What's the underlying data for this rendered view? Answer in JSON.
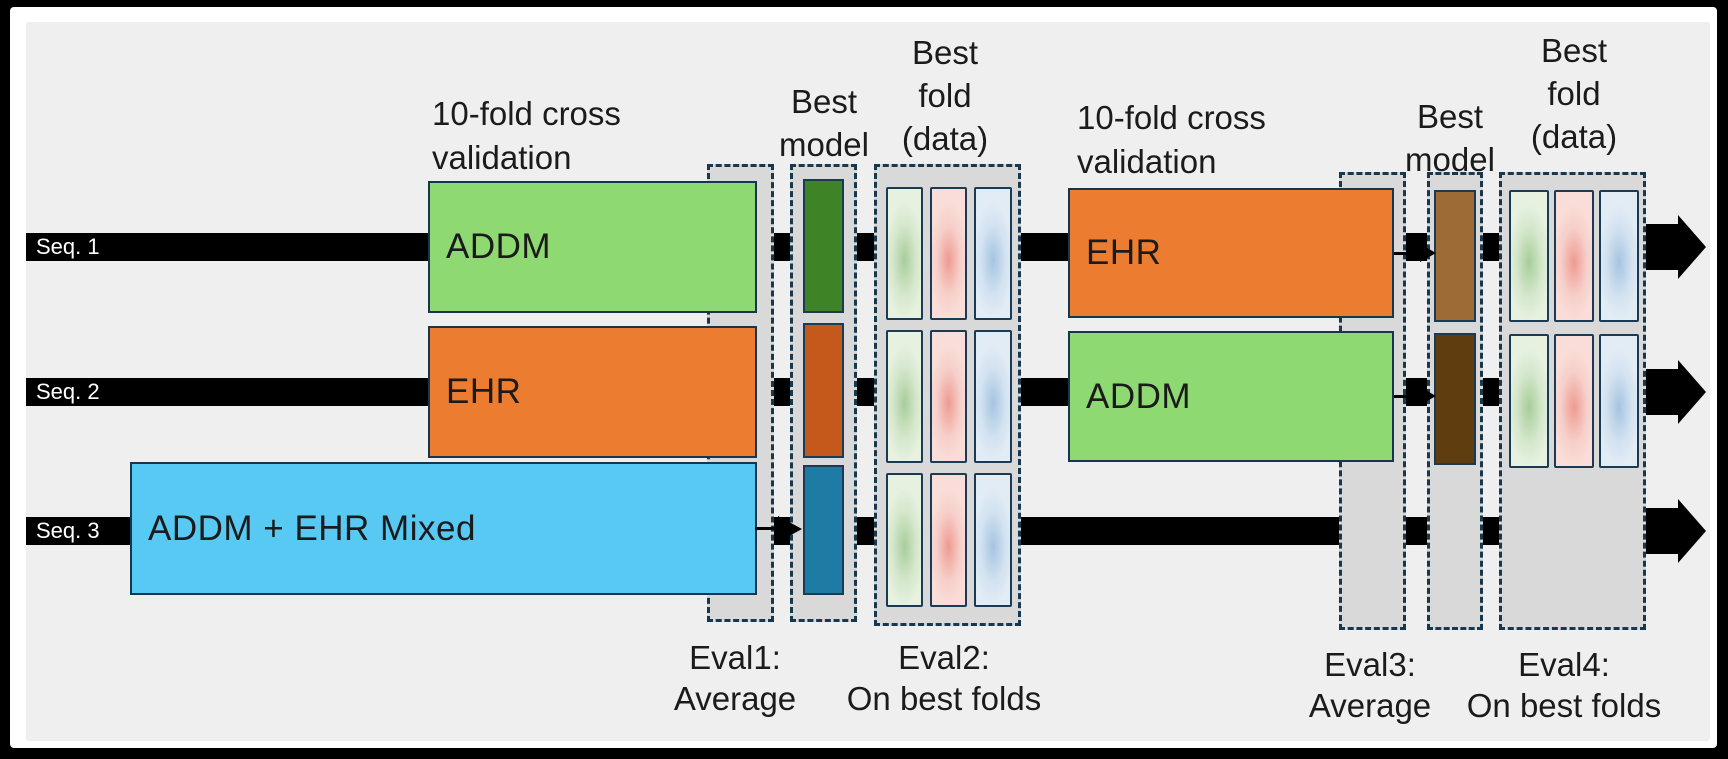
{
  "colors": {
    "frame_black": "#000000",
    "white_mat": "#FFFFFF",
    "background": "#EFEFEF",
    "panel_gray": "#D9D9D9",
    "dash_border": "#17384E",
    "box_border": "#16364F",
    "text": "#1B1B1B",
    "seq_text": "#FFFFFF",
    "addm_green": "#8FD973",
    "ehr_orange": "#EC7C30",
    "mixed_blue": "#58C9F2",
    "best_model_green": "#3E8426",
    "best_model_rust": "#C5581B",
    "best_model_teal": "#1E7BA4",
    "best_model_brown_light": "#9D6B35",
    "best_model_brown_dark": "#5F3D0E",
    "fold_green": "#A8CD9B",
    "fold_pink": "#EE9B92",
    "fold_blue": "#A5C4E1"
  },
  "sequences": [
    {
      "label": "Seq. 1"
    },
    {
      "label": "Seq. 2"
    },
    {
      "label": "Seq. 3"
    }
  ],
  "stage1": {
    "header_lines": [
      "10-fold cross",
      "validation"
    ],
    "best_model_label_lines": [
      "Best",
      "model"
    ],
    "best_fold_label_lines": [
      "Best",
      "fold",
      "(data)"
    ],
    "boxes": [
      {
        "label": "ADDM"
      },
      {
        "label": "EHR"
      },
      {
        "label": "ADDM + EHR Mixed"
      }
    ],
    "evals": [
      {
        "name": "Eval1:",
        "method": "Average"
      },
      {
        "name": "Eval2:",
        "method": "On best folds"
      }
    ]
  },
  "stage2": {
    "header_lines": [
      "10-fold cross",
      "validation"
    ],
    "best_model_label_lines": [
      "Best",
      "model"
    ],
    "best_fold_label_lines": [
      "Best",
      "fold",
      "(data)"
    ],
    "boxes": [
      {
        "label": "EHR"
      },
      {
        "label": "ADDM"
      }
    ],
    "evals": [
      {
        "name": "Eval3:",
        "method": "Average"
      },
      {
        "name": "Eval4:",
        "method": "On best folds"
      }
    ]
  }
}
